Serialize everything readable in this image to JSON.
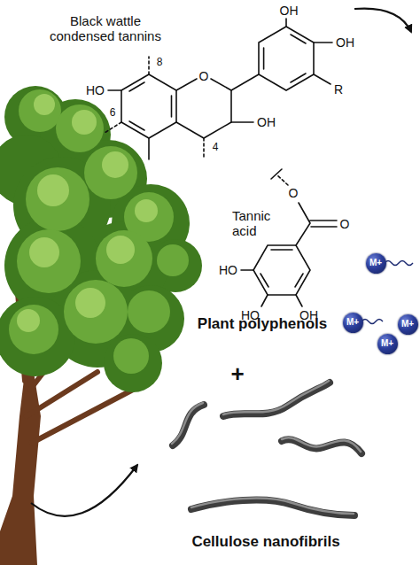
{
  "diagram": {
    "nodes": [
      {
        "text": [
          "M+"
        ]
      },
      {
        "text": [
          "M+"
        ]
      },
      {
        "text": [
          "M+"
        ]
      },
      {
        "text": [
          "M+"
        ]
      }
    ],
    "labels": [
      "Black wattle condensed tannins",
      "HO",
      "O",
      "OH",
      "OH",
      "R",
      "8",
      "6",
      "4",
      "OH",
      "Tannic acid",
      "O",
      "O",
      "HO",
      "HO",
      "OH",
      "Plant polyphenols",
      "+",
      "Cellulose nanofibrils"
    ]
  }
}
